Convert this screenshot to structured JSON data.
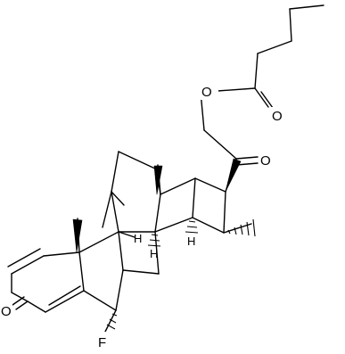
{
  "labels": {
    "o_ester": "O",
    "o_carbonyl_ester": "O",
    "o_ketone_side": "O",
    "o_ketone_ring": "O",
    "fluorine": "F",
    "h_c9": "H",
    "h_c8": "H",
    "h_c14": "H"
  }
}
